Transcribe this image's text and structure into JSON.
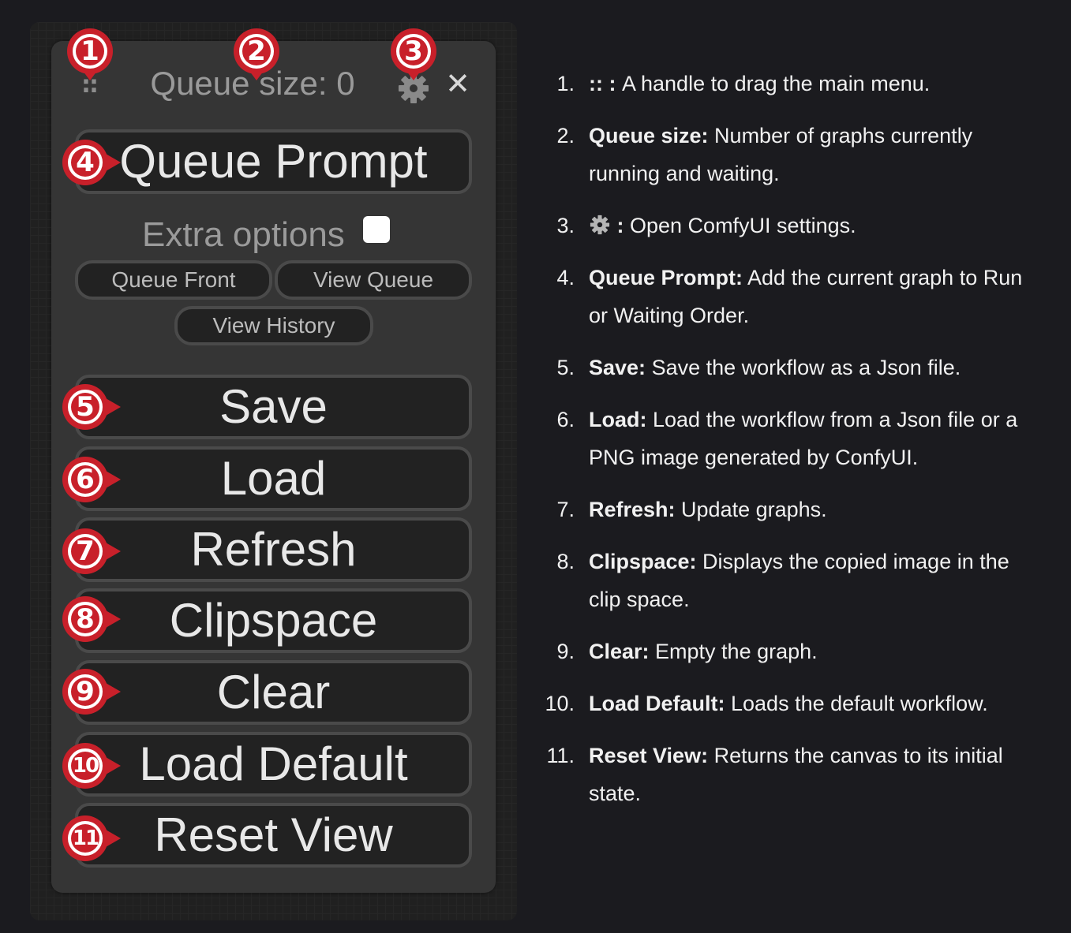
{
  "menu": {
    "drag_handle": "::",
    "queue_size": "Queue size: 0",
    "settings_icon": "gear-icon",
    "close_label": "✕",
    "queue_prompt": "Queue Prompt",
    "extra_options": "Extra options",
    "extra_options_checked": false,
    "queue_front": "Queue Front",
    "view_queue": "View Queue",
    "view_history": "View History",
    "buttons": {
      "save": "Save",
      "load": "Load",
      "refresh": "Refresh",
      "clipspace": "Clipspace",
      "clear": "Clear",
      "load_default": "Load Default",
      "reset_view": "Reset View"
    }
  },
  "markers": [
    "1",
    "2",
    "3",
    "4",
    "5",
    "6",
    "7",
    "8",
    "9",
    "10",
    "11"
  ],
  "colors": {
    "marker_red": "#c8202a",
    "background": "#1b1b1f",
    "panel": "#353535",
    "button": "#222222"
  },
  "descriptions": [
    {
      "num": "1.",
      "term": "::",
      "sep": " : ",
      "text": "A handle to drag the main menu."
    },
    {
      "num": "2.",
      "term": "Queue size:",
      "text": " Number of graphs currently running and waiting."
    },
    {
      "num": "3.",
      "icon": "gear-icon",
      "term": " :",
      "text": " Open ComfyUI settings."
    },
    {
      "num": "4.",
      "term": "Queue Prompt:",
      "text": " Add the current graph to Run or Waiting Order."
    },
    {
      "num": "5.",
      "term": "Save:",
      "text": " Save the workflow as a Json file."
    },
    {
      "num": "6.",
      "term": "Load:",
      "text": " Load the workflow from a Json file or a PNG image generated by ConfyUI."
    },
    {
      "num": "7.",
      "term": "Refresh:",
      "text": " Update graphs."
    },
    {
      "num": "8.",
      "term": "Clipspace:",
      "text": " Displays the copied image in the clip space."
    },
    {
      "num": "9.",
      "term": "Clear:",
      "text": " Empty the graph."
    },
    {
      "num": "10.",
      "term": "Load Default:",
      "text": " Loads the default workflow."
    },
    {
      "num": "11.",
      "term": "Reset View:",
      "text": " Returns the canvas to its initial state."
    }
  ]
}
